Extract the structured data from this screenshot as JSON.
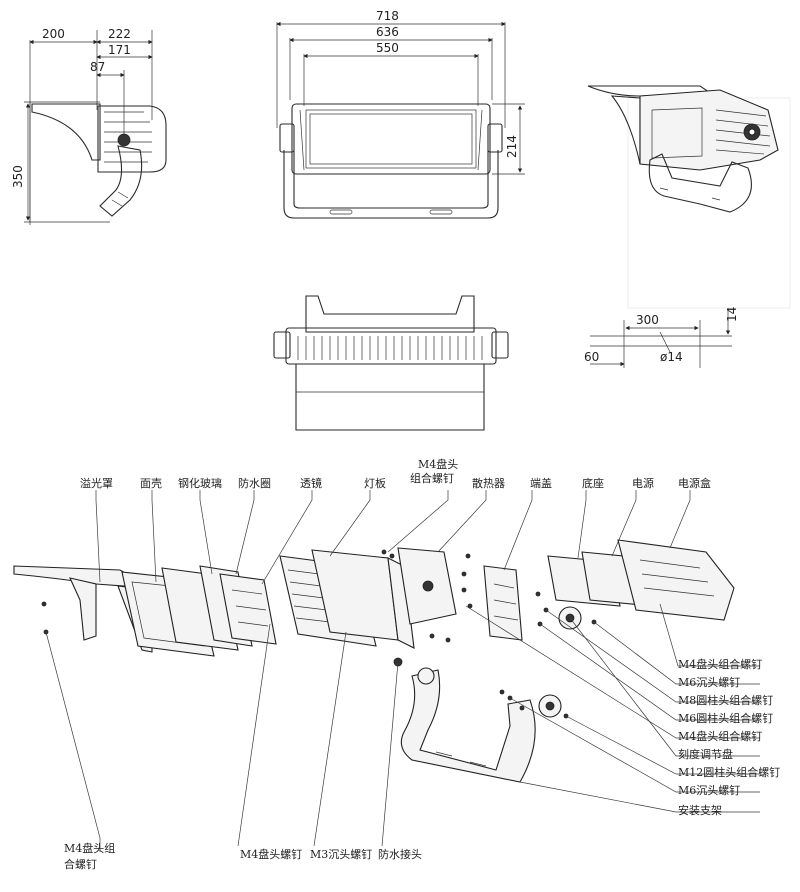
{
  "dimensions": {
    "side": {
      "d200": "200",
      "d222": "222",
      "d171": "171",
      "d87": "87",
      "d350": "350"
    },
    "front": {
      "d718": "718",
      "d636": "636",
      "d550": "550",
      "d214": "214"
    },
    "mount": {
      "d300": "300",
      "d14": "14",
      "d60": "60",
      "dphi14": "ø14"
    }
  },
  "parts_top": [
    {
      "id": "spill-shield",
      "label": "溢光罩"
    },
    {
      "id": "face-cover",
      "label": "面壳"
    },
    {
      "id": "tempered-glass",
      "label": "钢化玻璃"
    },
    {
      "id": "waterproof-ring",
      "label": "防水圈"
    },
    {
      "id": "lens",
      "label": "透镜"
    },
    {
      "id": "led-board",
      "label": "灯板"
    },
    {
      "id": "m4-pan-head-screw-top",
      "label": "M4盘头\n组合螺钉"
    },
    {
      "id": "heat-sink",
      "label": "散热器"
    },
    {
      "id": "end-cap",
      "label": "端盖"
    },
    {
      "id": "base",
      "label": "底座"
    },
    {
      "id": "power-supply",
      "label": "电源"
    },
    {
      "id": "power-box",
      "label": "电源盒"
    }
  ],
  "parts_right": [
    {
      "id": "m4-pan-head-combo-screw-1",
      "label": "M4盘头组合螺钉"
    },
    {
      "id": "m6-countersunk-screw-1",
      "label": "M6沉头螺钉"
    },
    {
      "id": "m8-cylinder-head-combo-screw",
      "label": "M8圆柱头组合螺钉"
    },
    {
      "id": "m6-cylinder-head-combo-screw",
      "label": "M6圆柱头组合螺钉"
    },
    {
      "id": "m4-pan-head-combo-screw-2",
      "label": "M4盘头组合螺钉"
    },
    {
      "id": "scale-adjust-disc",
      "label": "刻度调节盘"
    },
    {
      "id": "m12-cylinder-head-combo-screw",
      "label": "M12圆柱头组合螺钉"
    },
    {
      "id": "m6-countersunk-screw-2",
      "label": "M6沉头螺钉"
    },
    {
      "id": "mounting-bracket",
      "label": "安装支架"
    }
  ],
  "parts_bottom": [
    {
      "id": "m4-pan-head-combo-screw-left",
      "label": "M4盘头组\n合螺钉"
    },
    {
      "id": "m4-pan-head-screw",
      "label": "M4盘头螺钉"
    },
    {
      "id": "m3-countersunk-screw",
      "label": "M3沉头螺钉"
    },
    {
      "id": "waterproof-connector",
      "label": "防水接头"
    }
  ]
}
